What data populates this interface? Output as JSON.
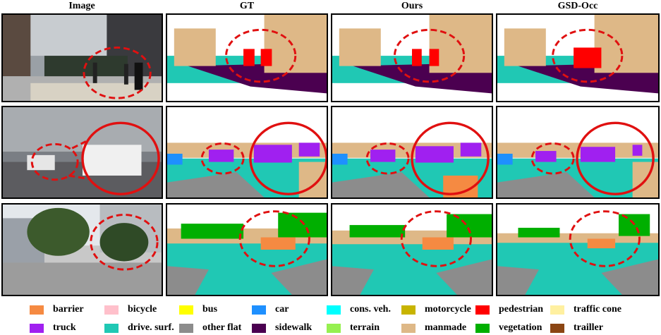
{
  "figure": {
    "headers": [
      "Image",
      "GT",
      "Ours",
      "GSD-Occ"
    ]
  },
  "legend": {
    "row1": [
      {
        "label": "barrier",
        "color": "#f58a42"
      },
      {
        "label": "bicycle",
        "color": "#ffc0cb"
      },
      {
        "label": "bus",
        "color": "#ffff00"
      },
      {
        "label": "car",
        "color": "#1e90ff"
      },
      {
        "label": "cons. veh.",
        "color": "#00ffff"
      },
      {
        "label": "motorcycle",
        "color": "#c8b400"
      },
      {
        "label": "pedestrian",
        "color": "#ff0000"
      },
      {
        "label": "traffic cone",
        "color": "#fff0a0"
      }
    ],
    "row2": [
      {
        "label": "truck",
        "color": "#a020f0"
      },
      {
        "label": "drive. surf.",
        "color": "#20c8b4"
      },
      {
        "label": "other flat",
        "color": "#8c8c8c"
      },
      {
        "label": "sidewalk",
        "color": "#4b0050"
      },
      {
        "label": "terrain",
        "color": "#96f050"
      },
      {
        "label": "manmade",
        "color": "#deb887"
      },
      {
        "label": "vegetation",
        "color": "#00af00"
      },
      {
        "label": "trailler",
        "color": "#8b4513"
      }
    ]
  }
}
